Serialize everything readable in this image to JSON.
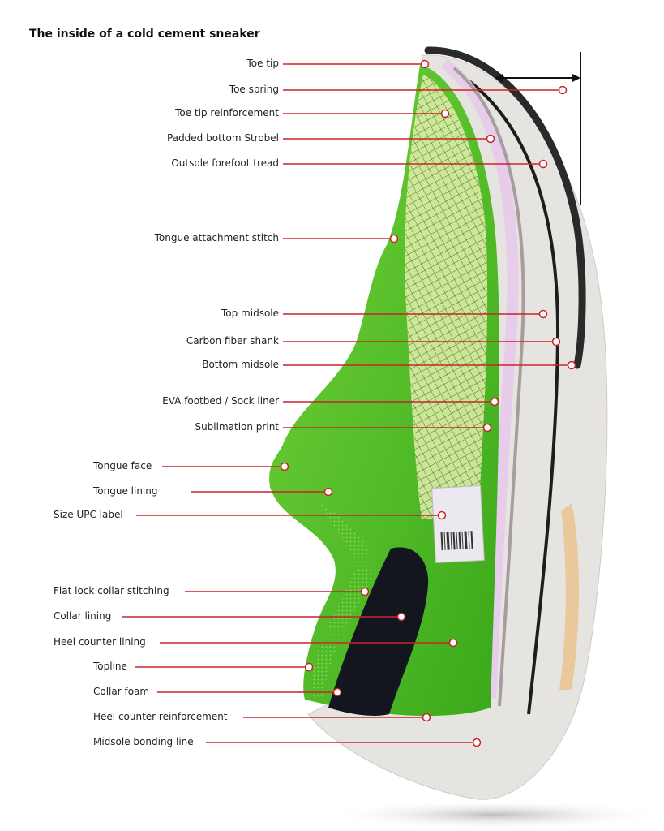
{
  "title": "The inside of a cold cement sneaker",
  "colors": {
    "leader": "#c8252b",
    "upper_green": "#4fbf24",
    "midsole": "#e6e4e1",
    "outsole": "#2a2a2a",
    "liner_pink": "#e7cde9"
  },
  "labels": {
    "toe_tip": "Toe tip",
    "toe_spring": "Toe spring",
    "toe_tip_reinforcement": "Toe tip reinforcement",
    "padded_bottom_strobel": "Padded bottom Strobel",
    "outsole_forefoot_tread": "Outsole forefoot tread",
    "tongue_attachment_stitch": "Tongue attachment stitch",
    "top_midsole": "Top midsole",
    "carbon_fiber_shank": "Carbon fiber shank",
    "bottom_midsole": "Bottom midsole",
    "eva_footbed": "EVA footbed / Sock liner",
    "sublimation_print": "Sublimation print",
    "tongue_face": "Tongue face",
    "tongue_lining": "Tongue lining",
    "size_upc_label": "Size UPC label",
    "flat_lock_collar_stitching": "Flat lock collar stitching",
    "collar_lining": "Collar lining",
    "heel_counter_lining": "Heel counter lining",
    "topline": "Topline",
    "collar_foam": "Collar foam",
    "heel_counter_reinforcement": "Heel counter reinforcement",
    "midsole_bonding_line": "Midsole bonding line"
  }
}
